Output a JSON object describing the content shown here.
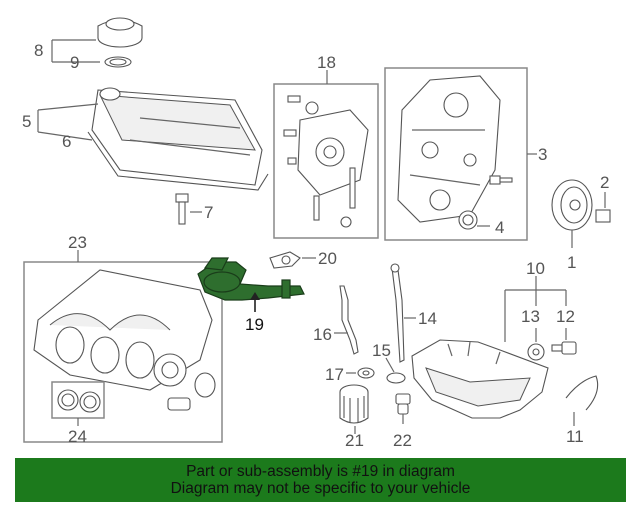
{
  "labels": {
    "l1": "1",
    "l2": "2",
    "l3": "3",
    "l4": "4",
    "l5": "5",
    "l6": "6",
    "l7": "7",
    "l8": "8",
    "l9": "9",
    "l10": "10",
    "l11": "11",
    "l12": "12",
    "l13": "13",
    "l14": "14",
    "l15": "15",
    "l16": "16",
    "l17": "17",
    "l18": "18",
    "l19": "19",
    "l20": "20",
    "l21": "21",
    "l22": "22",
    "l23": "23",
    "l24": "24"
  },
  "highlight_color": "#2e6e2e",
  "banner": {
    "line1": "Part or sub-assembly is #19 in diagram",
    "line2": "Diagram may not be specific to your vehicle",
    "color": "#1c7a1c"
  }
}
